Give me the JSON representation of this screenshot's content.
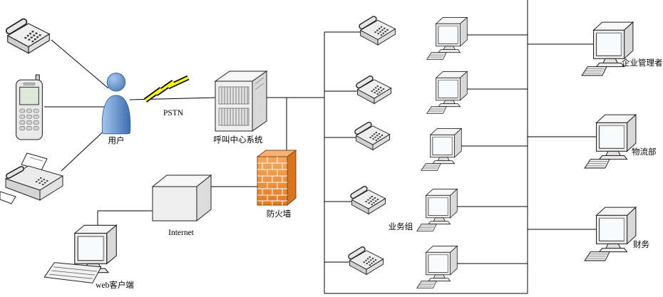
{
  "diagram": {
    "labels": {
      "user": "用户",
      "pstn": "PSTN",
      "call_center": "呼叫中心系统",
      "internet": "Internet",
      "firewall": "防火墙",
      "web_client": "web客户端",
      "business_group": "业务组",
      "enterprise_manager": "企业管理者",
      "logistics_dept": "物流部",
      "finance": "财务"
    },
    "colors": {
      "background": "#ffffff",
      "connector_line": "#000000",
      "lightning_yellow": "#ffff00",
      "firewall_orange_light": "#f8a95e",
      "firewall_orange_dark": "#e07c22",
      "person_blue_light": "#a6c6ee",
      "person_blue_dark": "#3d6eae",
      "device_gray": "#ececec"
    },
    "icons": {
      "desk-phone-icon": "isometric desk telephone with handset and keypad",
      "mobile-phone-icon": "handheld mobile phone with antenna, screen and keypad",
      "fax-machine-icon": "fax machine with paper feed, handset and output sheet",
      "person-icon": "blue human figure, head and torso",
      "lightning-bolt-icon": "yellow lightning bolt marking the PSTN link",
      "server-icon": "call-center server cabinet with vent slots",
      "internet-box-icon": "plain 3D box representing Internet",
      "firewall-icon": "orange brick wall",
      "computer-icon": "desktop monitor with keyboard"
    },
    "groups": {
      "agent_phones_count": 5,
      "agent_computers_count": 5,
      "department_computers_count": 3
    }
  }
}
